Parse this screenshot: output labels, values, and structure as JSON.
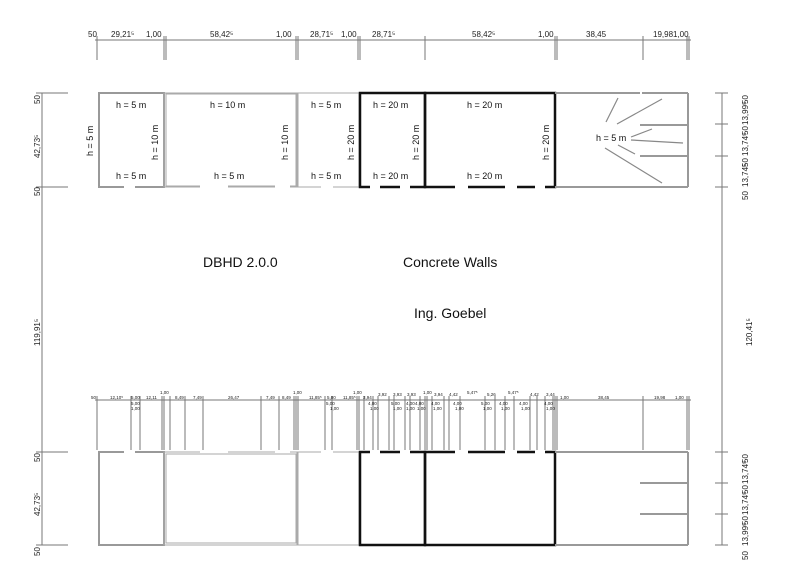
{
  "title": "DBHD 2.0.0",
  "subtitle": "Concrete Walls",
  "author": "Ing. Goebel",
  "top_dims": [
    "50",
    "29,21⁵",
    "1,00",
    "58,42⁵",
    "1,00",
    "28,71⁵",
    "1,00",
    "28,71⁵",
    "58,42⁵",
    "1,00",
    "38,45",
    "19,98",
    "1,00"
  ],
  "left_dims_top": [
    "50",
    "42,73⁵",
    "50"
  ],
  "left_dim_middle": "119,91⁵",
  "left_dims_bottom": [
    "50",
    "42,73⁵",
    "50"
  ],
  "right_dims_top": [
    "50",
    "13,99⁵",
    "50",
    "13,74⁵",
    "50",
    "13,74⁵",
    "50"
  ],
  "right_dim_middle": "120,41⁵",
  "right_dims_bottom": [
    "50",
    "13,74⁵",
    "50",
    "13,74⁵",
    "50",
    "13,99⁵",
    "50"
  ],
  "room_heights": {
    "r1_top": "h = 5 m",
    "r1_left": "h = 5 m",
    "r1_right": "h = 10 m",
    "r1_bottom": "h = 5 m",
    "r2_top": "h = 10 m",
    "r2_right": "h = 10 m",
    "r2_bottom": "h = 5 m",
    "r3_top": "h = 5 m",
    "r3_right": "h = 20 m",
    "r3_bottom": "h = 5 m",
    "r4_top": "h = 20 m",
    "r4_right": "h = 20 m",
    "r4_bottom": "h = 20 m",
    "r5_top": "h = 20 m",
    "r5_right": "h = 20 m",
    "r5_bottom": "h = 20 m",
    "stair": "h = 5 m"
  },
  "detail_dims_row1": [
    "50",
    "12,10⁵",
    "5,00",
    "12,11",
    "1,00",
    "8,49",
    "7,49",
    "26,47",
    "7,49",
    "8,49",
    "1,00",
    "11,85⁵",
    "5,00",
    "11,85⁵",
    "1,00",
    "3,94",
    "3,92",
    "3,93",
    "3,93",
    "1,00",
    "3,94",
    "4,42",
    "5,47⁵",
    "5,26",
    "5,47⁵",
    "4,42",
    "3,44",
    "1,00",
    "38,45",
    "19,98",
    "1,00"
  ],
  "detail_dims_row2": [
    "5,00",
    "4,00",
    "5,00",
    "4,00",
    "4,00",
    "4,00",
    "5,00",
    "4,00",
    "4,00",
    "4,00",
    "5,00",
    "4,00"
  ],
  "detail_dims_row3": [
    "1,00",
    "1,00",
    "1,00",
    "1,00",
    "1,00",
    "1,00",
    "1,00",
    "1,00",
    "1,00",
    "1,00",
    "1,00",
    "1,00"
  ]
}
